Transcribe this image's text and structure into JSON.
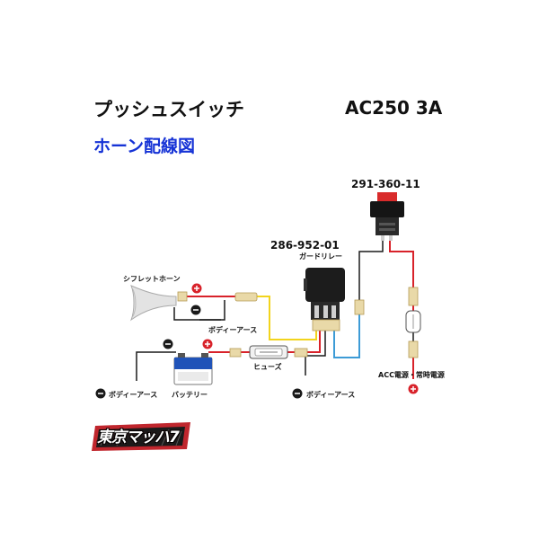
{
  "title": "プッシュスイッチ",
  "spec": "AC250 3A",
  "subtitle": "ホーン配線図",
  "switch_part": "291-360-11",
  "relay_part": "286-952-01",
  "relay_name": "ガードリレー",
  "horn_label": "シフレットホーン",
  "horn_ground_label": "ボディーアース",
  "fuse_label": "ヒューズ",
  "battery_ground_label": "ボディーアース",
  "battery_label": "バッテリー",
  "relay_ground_label": "ボディーアース",
  "acc_label": "ACC電源・常時電源",
  "logo_text": "東京マッハ7",
  "colors": {
    "wire_red": "#d8222a",
    "wire_yellow": "#f2d41d",
    "wire_blue": "#3d9bd6",
    "wire_black": "#1a1a1a",
    "subtitle_blue": "#1633d6"
  }
}
